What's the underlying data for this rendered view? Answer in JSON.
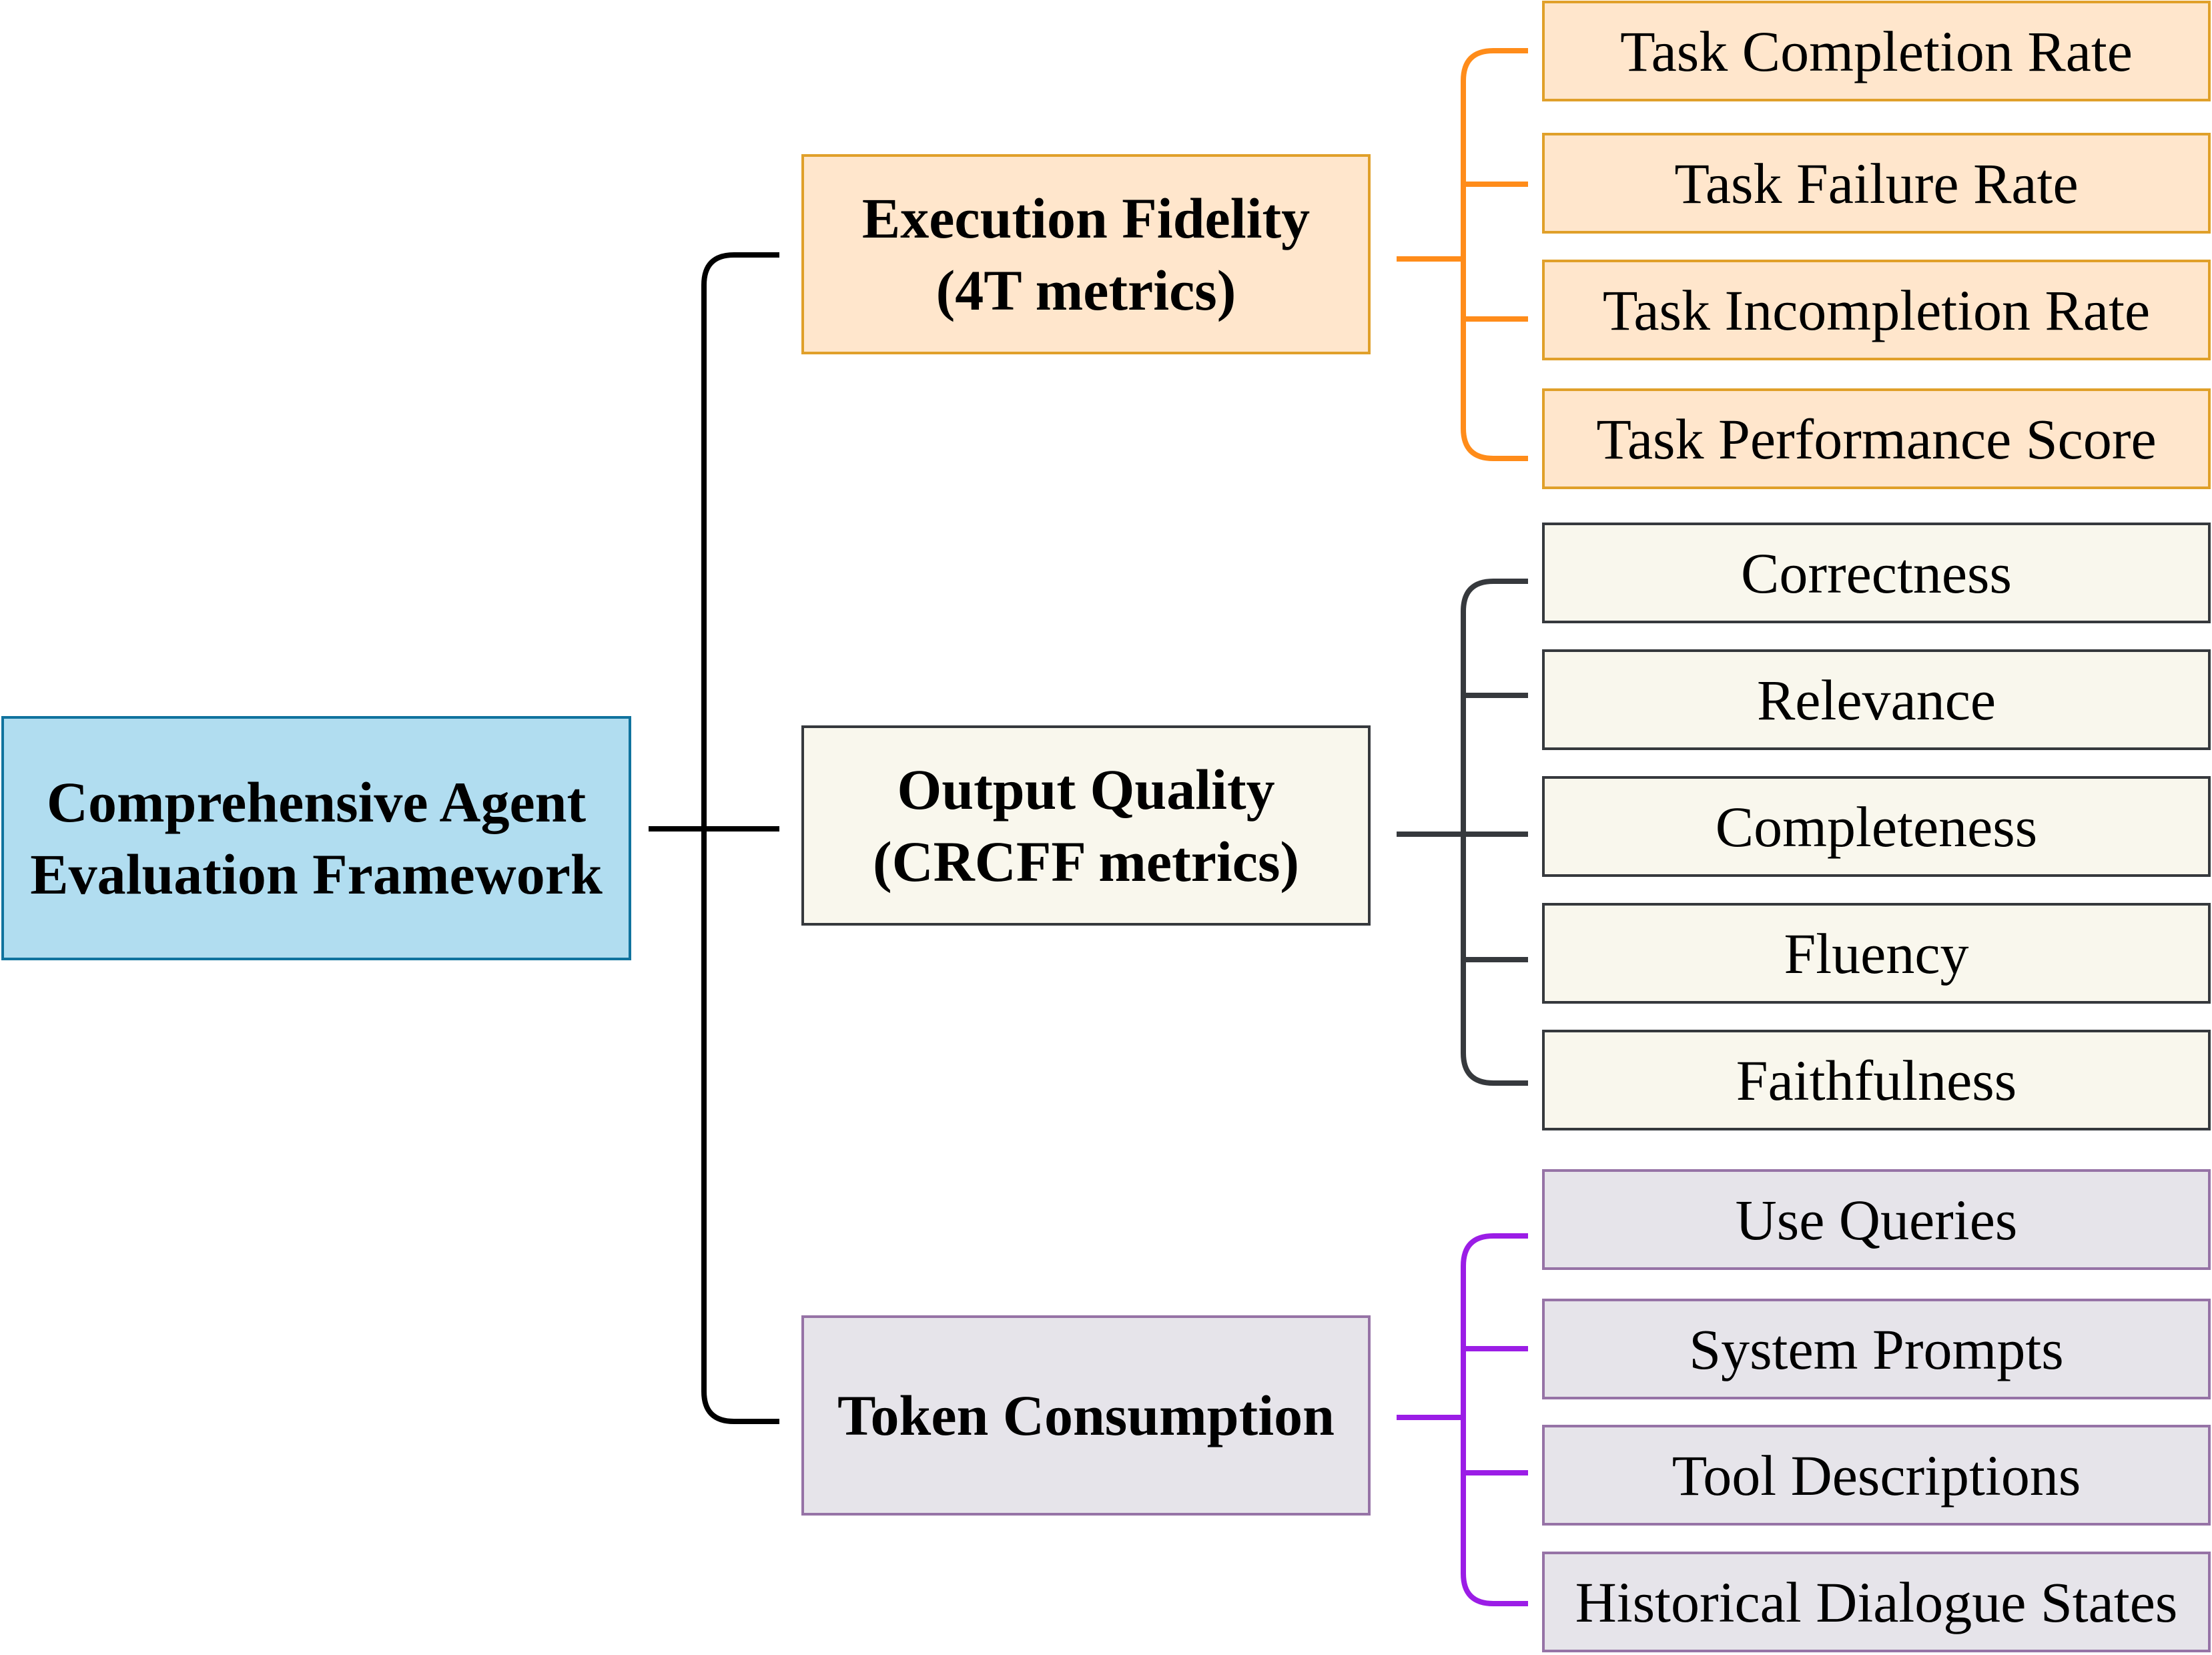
{
  "root": {
    "line1": "Comprehensive Agent",
    "line2": "Evaluation Framework"
  },
  "categories": [
    {
      "id": "execution-fidelity",
      "line1": "Execution Fidelity",
      "line2": "(4T metrics)",
      "color": "#ff8c1a",
      "fill": "#ffe6cc",
      "border": "#e0a02a",
      "items": [
        "Task Completion Rate",
        "Task Failure Rate",
        "Task Incompletion Rate",
        "Task Performance Score"
      ]
    },
    {
      "id": "output-quality",
      "line1": "Output Quality",
      "line2": "(CRCFF metrics)",
      "color": "#36393d",
      "fill": "#f9f7ed",
      "border": "#36393d",
      "items": [
        "Correctness",
        "Relevance",
        "Completeness",
        "Fluency",
        "Faithfulness"
      ]
    },
    {
      "id": "token-consumption",
      "line1": "Token Consumption",
      "line2": "",
      "color": "#9b1de6",
      "fill": "#e6e4ea",
      "border": "#9673a6",
      "items": [
        "Use Queries",
        "System Prompts",
        "Tool Descriptions",
        "Historical Dialogue States"
      ]
    }
  ],
  "root_connector_color": "#000000"
}
